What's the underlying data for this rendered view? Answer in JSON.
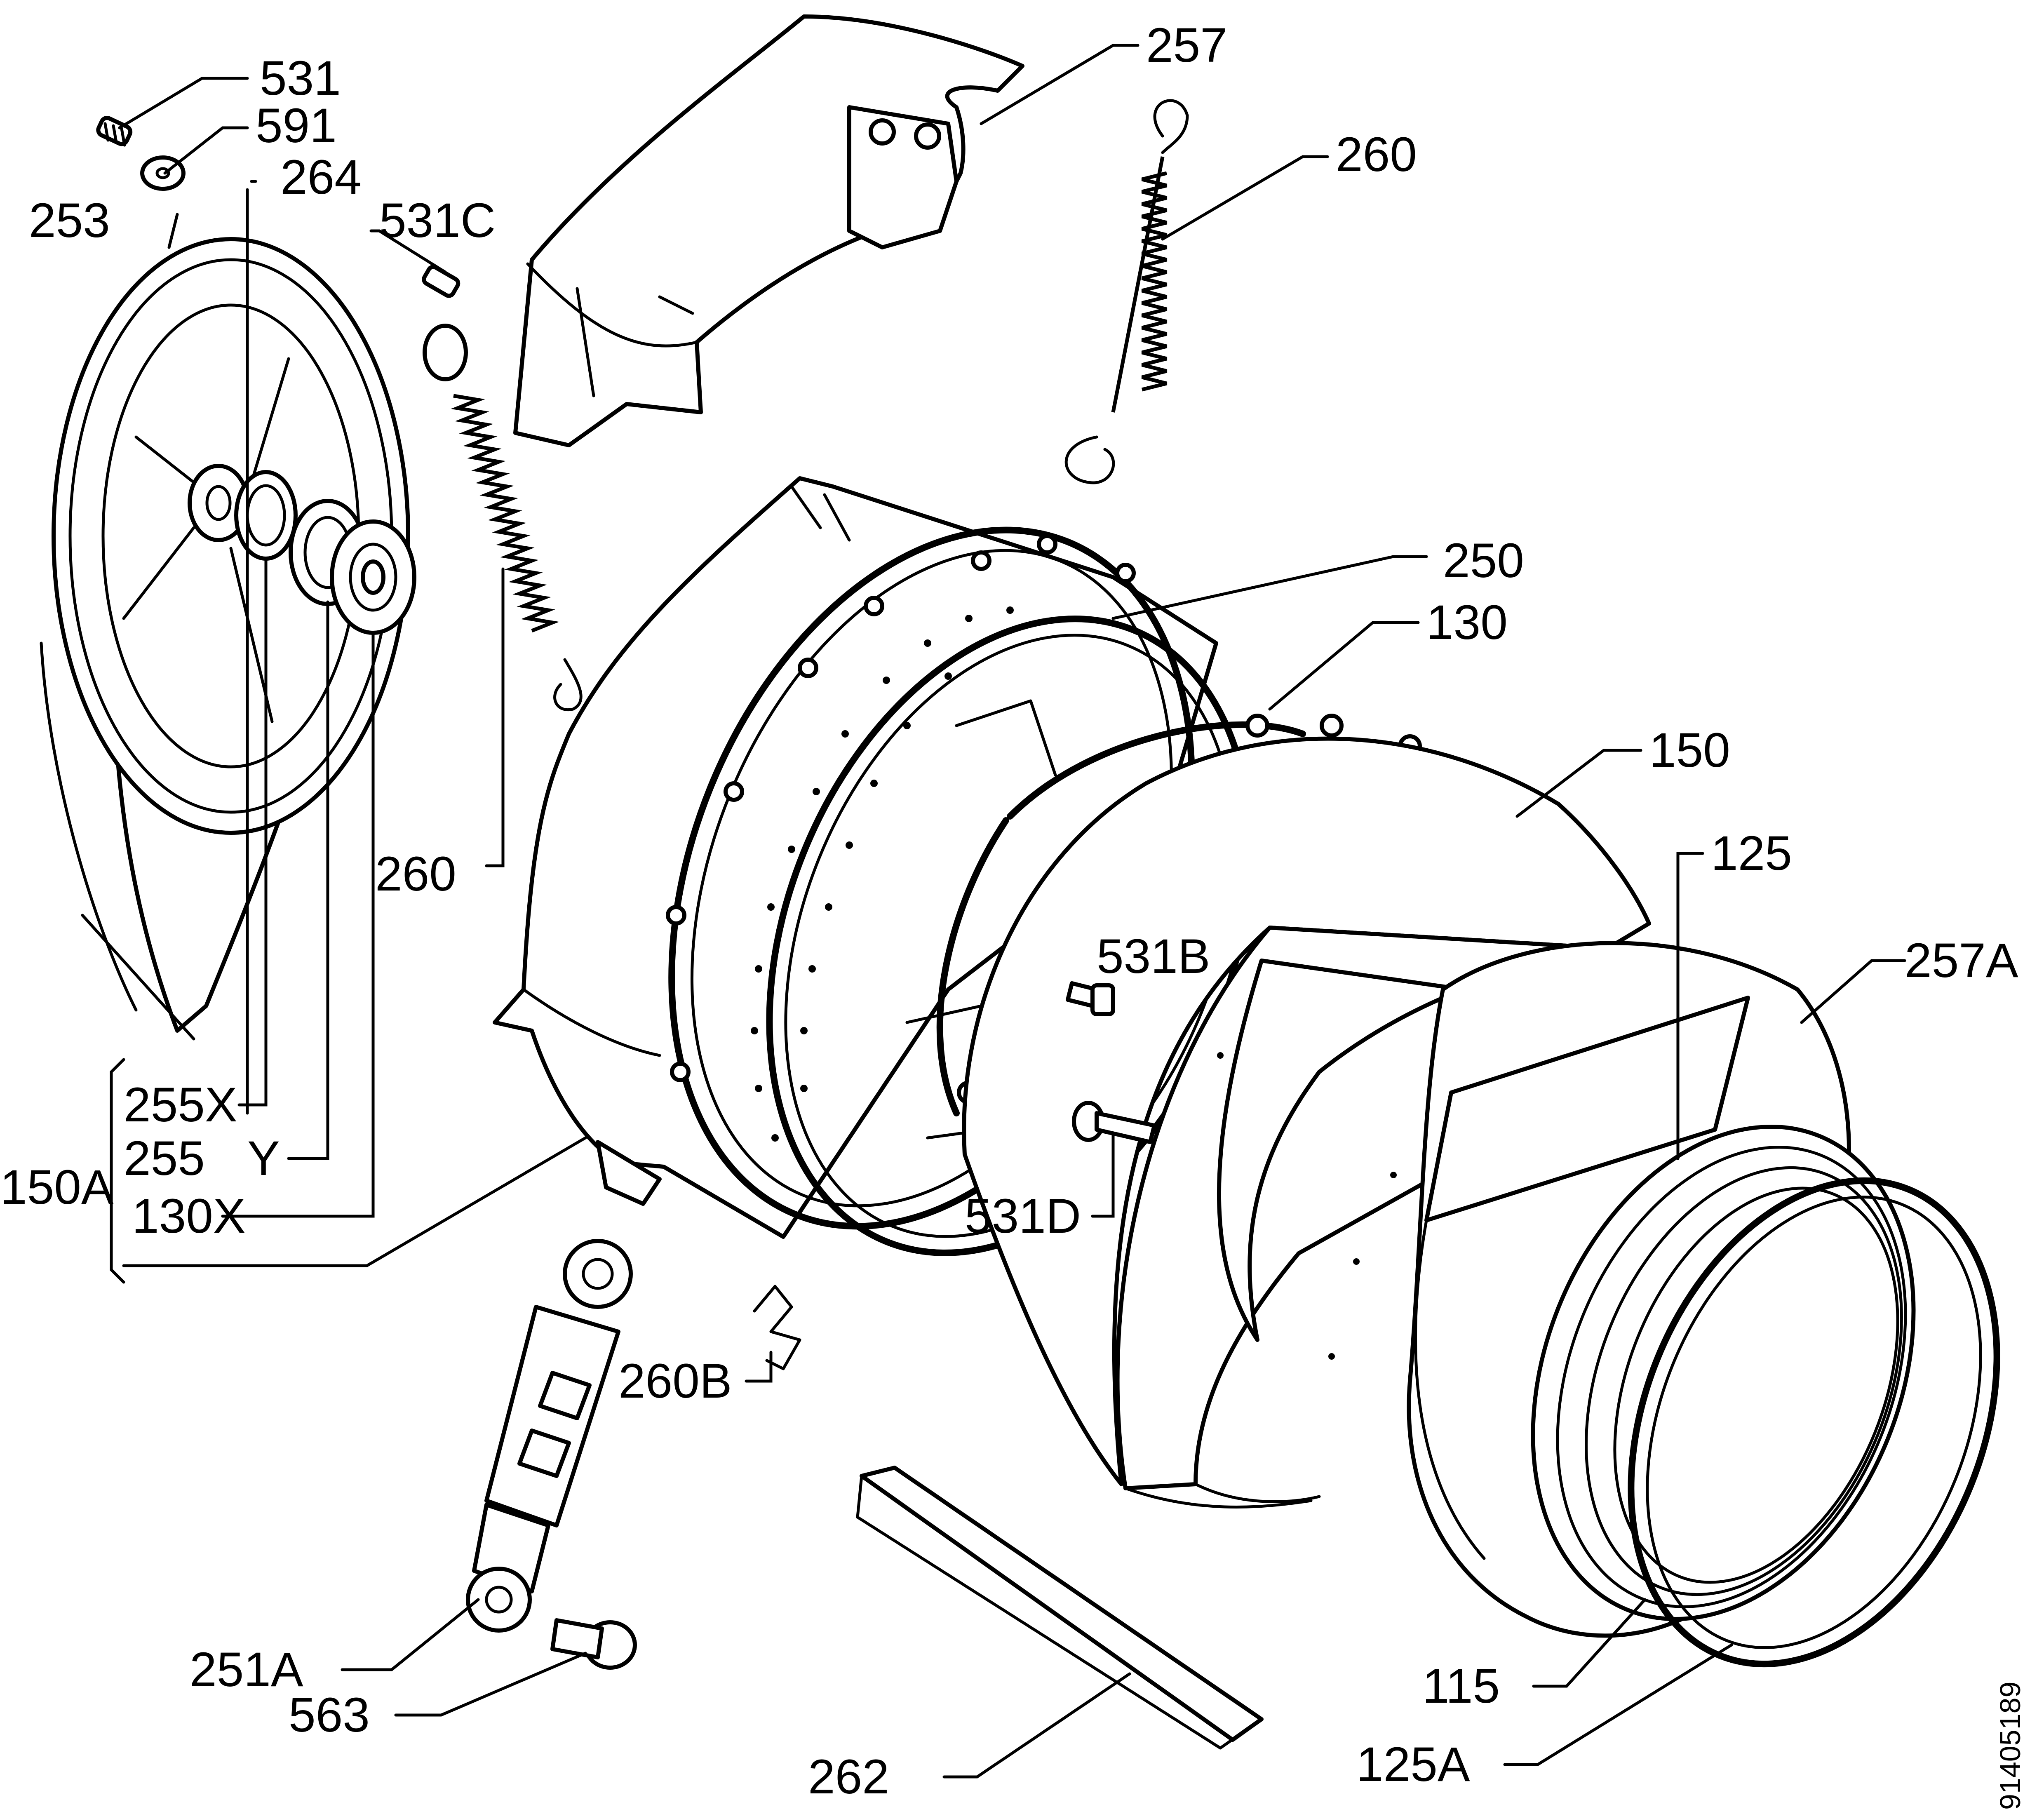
{
  "labels": {
    "p531": "531",
    "p591": "591",
    "p264": "264",
    "p253": "253",
    "p531c": "531C",
    "p257": "257",
    "p260_top": "260",
    "p260_left": "260",
    "p250": "250",
    "p130": "130",
    "p150": "150",
    "p125": "125",
    "p257a": "257A",
    "p531b": "531B",
    "p531d": "531D",
    "p255x": "255X",
    "p255": "255",
    "py": "Y",
    "p130x": "130X",
    "p150a": "150A",
    "p260b": "260B",
    "p251a": "251A",
    "p563": "563",
    "p262": "262",
    "p115": "115",
    "p125a": "125A"
  },
  "document_number": "91405189",
  "colors": {
    "ink": "#000000",
    "paper": "#ffffff"
  }
}
